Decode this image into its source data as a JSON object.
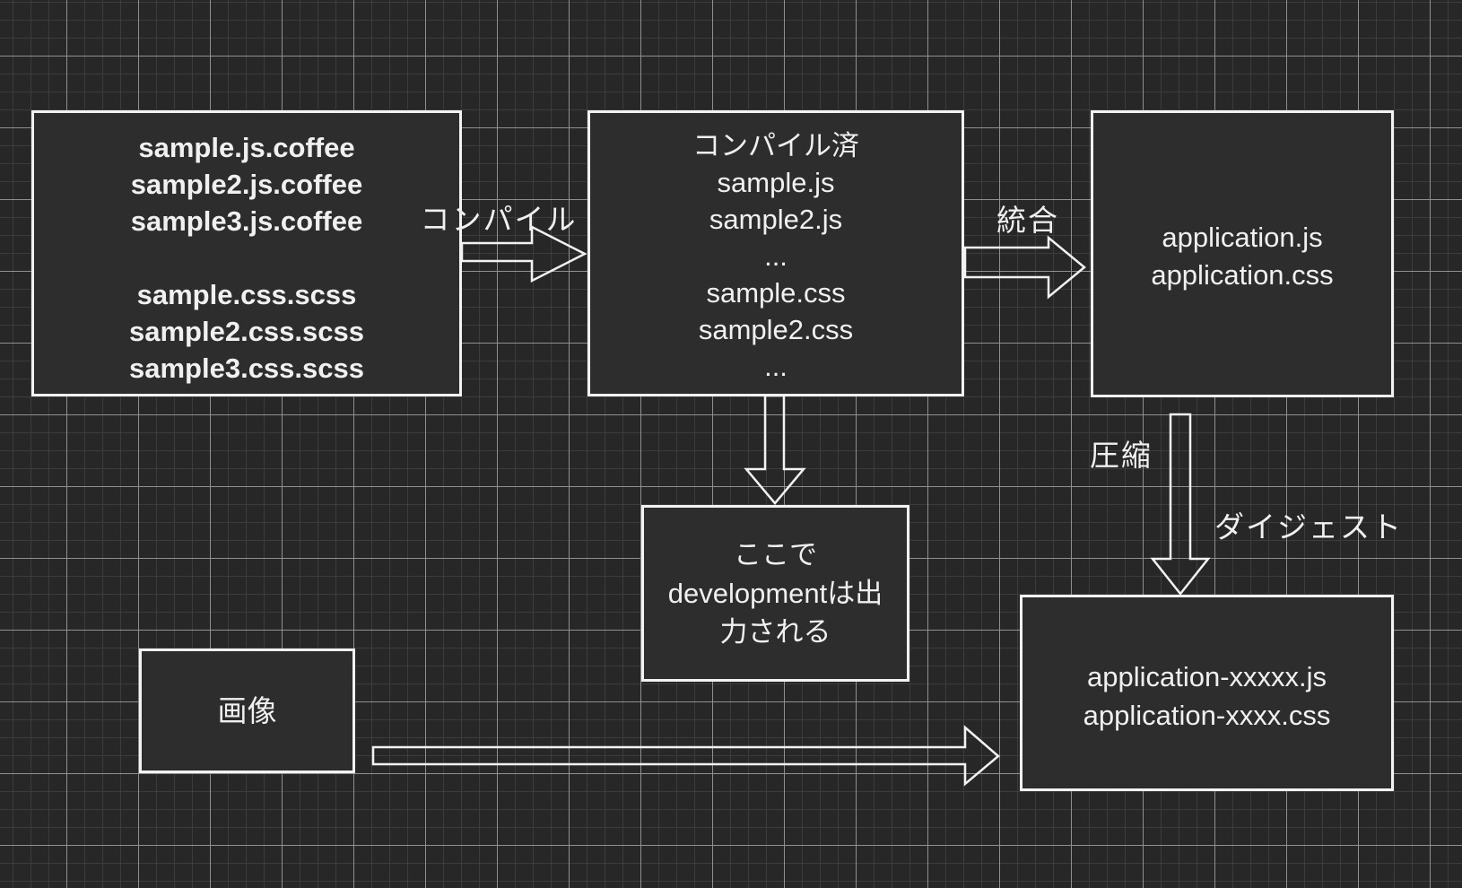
{
  "boxes": {
    "source_files": {
      "lines": [
        "sample.js.coffee",
        "sample2.js.coffee",
        "sample3.js.coffee",
        "",
        "sample.css.scss",
        "sample2.css.scss",
        "sample3.css.scss"
      ]
    },
    "compiled": {
      "lines": [
        "コンパイル済",
        "sample.js",
        "sample2.js",
        "...",
        "sample.css",
        "sample2.css",
        "..."
      ]
    },
    "merged": {
      "lines": [
        "application.js",
        "application.css"
      ]
    },
    "dev_note": {
      "lines": [
        "ここで",
        "developmentは出",
        "力される"
      ]
    },
    "digested": {
      "lines": [
        "application-xxxxx.js",
        "application-xxxx.css"
      ]
    },
    "images": {
      "lines": [
        "画像"
      ]
    }
  },
  "labels": {
    "compile": "コンパイル",
    "integrate": "統合",
    "compress": "圧縮",
    "digest": "ダイジェスト"
  },
  "colors": {
    "background": "#272727",
    "grid_minor": "#3c3c3c",
    "grid_major": "#8f8f8f",
    "box_fill": "#2d2d2d",
    "stroke": "#f2f2f2",
    "text": "#f0f0f0"
  }
}
